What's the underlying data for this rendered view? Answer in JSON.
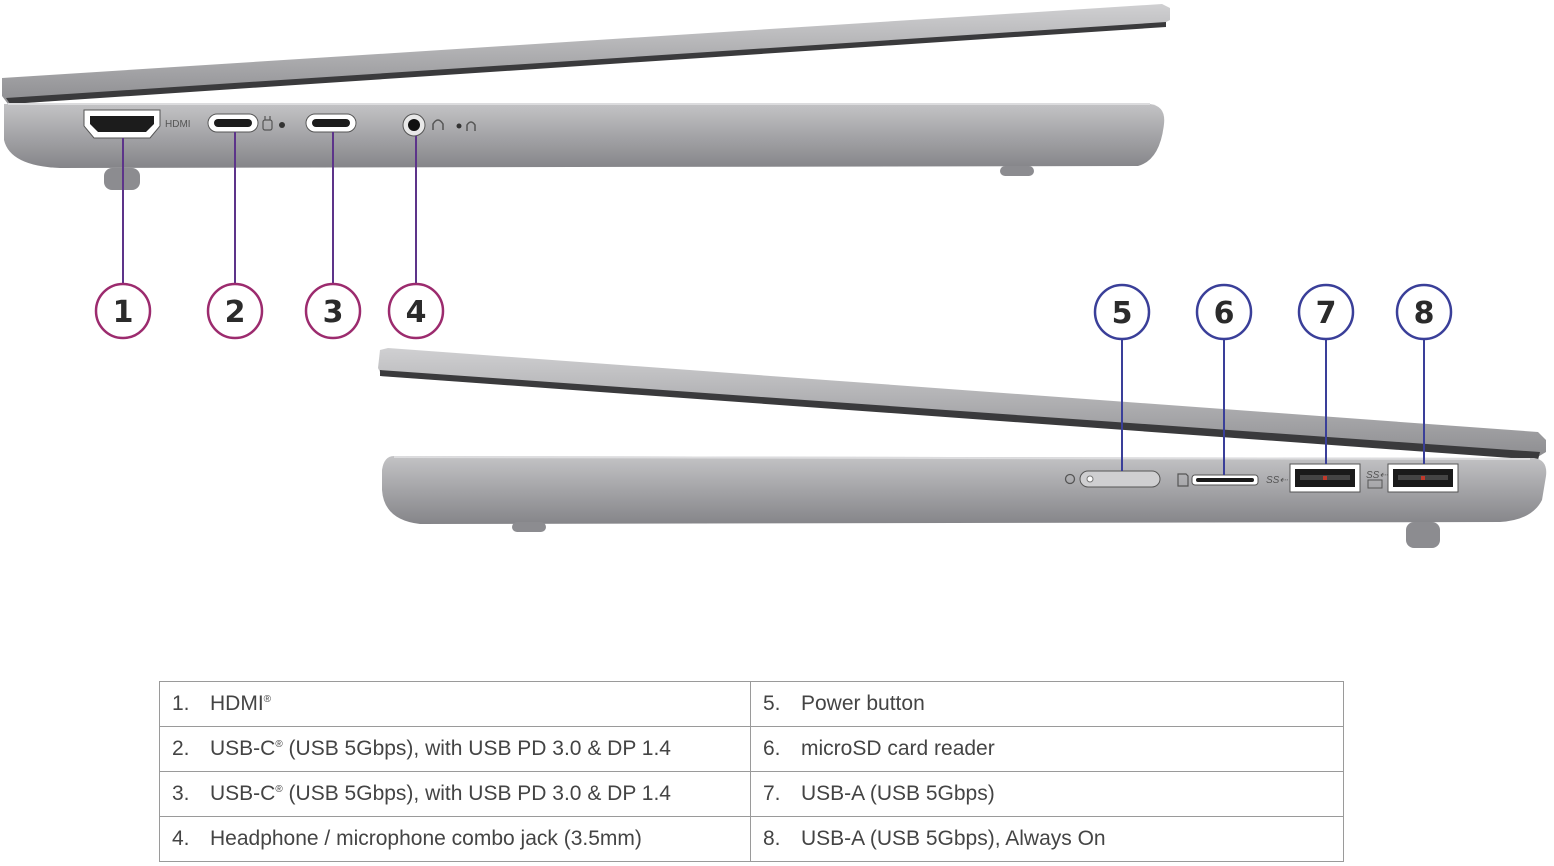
{
  "diagram": {
    "port_tags": {
      "hdmi": "HDMI"
    },
    "callouts": [
      "1",
      "2",
      "3",
      "4",
      "5",
      "6",
      "7",
      "8"
    ],
    "colors": {
      "left_callout": "#9c2b6e",
      "right_callout": "#3a3f99",
      "chassis": "#a9a9ab",
      "chassis_dark": "#7b7b7e"
    }
  },
  "table": {
    "rows": [
      {
        "left": {
          "num": "1.",
          "text": "HDMI",
          "reg": "®",
          "rest": ""
        },
        "right": {
          "num": "5.",
          "text": "Power button",
          "reg": "",
          "rest": ""
        }
      },
      {
        "left": {
          "num": "2.",
          "text": "USB-C",
          "reg": "®",
          "rest": " (USB 5Gbps), with USB PD 3.0 & DP 1.4"
        },
        "right": {
          "num": "6.",
          "text": "microSD card reader",
          "reg": "",
          "rest": ""
        }
      },
      {
        "left": {
          "num": "3.",
          "text": "USB-C",
          "reg": "®",
          "rest": " (USB 5Gbps), with USB PD 3.0 & DP 1.4"
        },
        "right": {
          "num": "7.",
          "text": "USB-A (USB 5Gbps)",
          "reg": "",
          "rest": ""
        }
      },
      {
        "left": {
          "num": "4.",
          "text": "Headphone / microphone combo jack (3.5mm)",
          "reg": "",
          "rest": ""
        },
        "right": {
          "num": "8.",
          "text": "USB-A (USB 5Gbps), Always On",
          "reg": "",
          "rest": ""
        }
      }
    ]
  }
}
